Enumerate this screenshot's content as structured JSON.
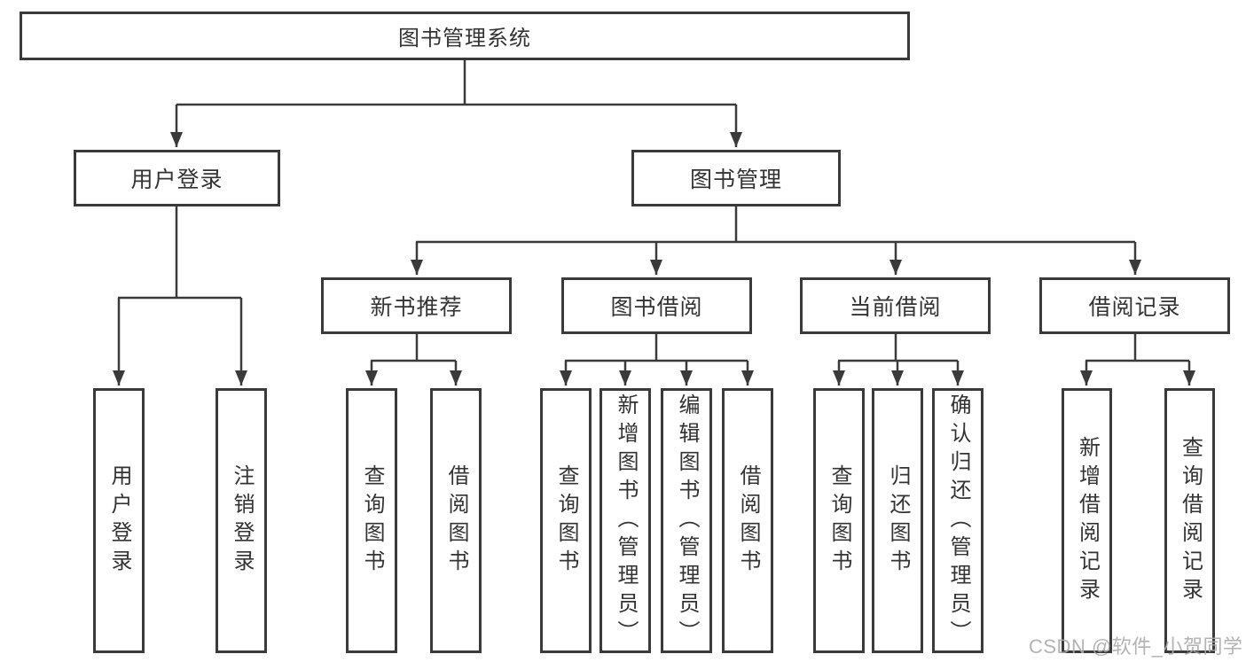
{
  "diagram": {
    "type": "hierarchy",
    "tree": {
      "label": "图书管理系统",
      "children": [
        {
          "label": "用户登录",
          "children": [
            {
              "label": "用户登录"
            },
            {
              "label": "注销登录"
            }
          ]
        },
        {
          "label": "图书管理",
          "children": [
            {
              "label": "新书推荐",
              "children": [
                {
                  "label": "查询图书"
                },
                {
                  "label": "借阅图书"
                }
              ]
            },
            {
              "label": "图书借阅",
              "children": [
                {
                  "label": "查询图书"
                },
                {
                  "label": "新增图书（管理员）"
                },
                {
                  "label": "编辑图书（管理员）"
                },
                {
                  "label": "借阅图书"
                }
              ]
            },
            {
              "label": "当前借阅",
              "children": [
                {
                  "label": "查询图书"
                },
                {
                  "label": "归还图书"
                },
                {
                  "label": "确认归还（管理员）"
                }
              ]
            },
            {
              "label": "借阅记录",
              "children": [
                {
                  "label": "新增借阅记录"
                },
                {
                  "label": "查询借阅记录"
                }
              ]
            }
          ]
        }
      ]
    },
    "colors": {
      "line": "#3a3a3a",
      "text": "#333333",
      "background": "#ffffff",
      "watermark": "#ababab"
    }
  },
  "watermark": {
    "text": "CSDN @软件_小贺同学"
  }
}
